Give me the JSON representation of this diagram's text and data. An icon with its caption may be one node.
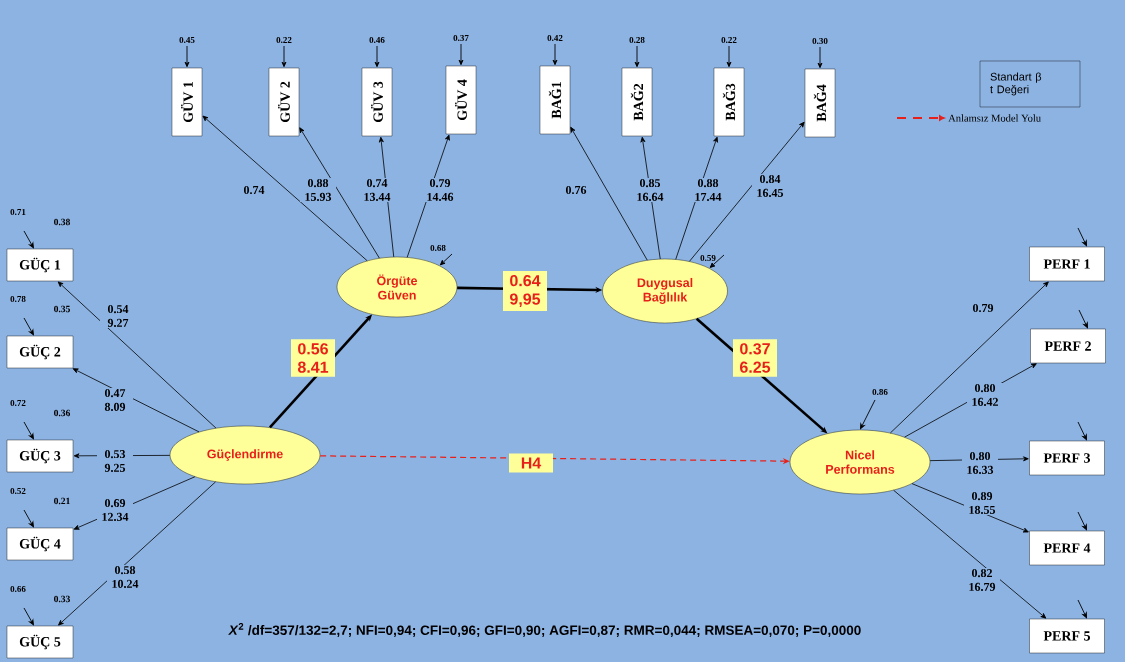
{
  "diagram": {
    "nodes": [
      {
        "text": [
          "Güçlendirme"
        ]
      },
      {
        "text": [
          "Örgüte Güven"
        ]
      },
      {
        "text": [
          "Duygusal Bağlılık"
        ]
      },
      {
        "text": [
          "Nicel Performans"
        ]
      },
      {
        "text": [
          "GÜÇ 1"
        ],
        "beside": [
          "0.38"
        ]
      },
      {
        "text": [
          "GÜÇ 2"
        ],
        "beside": [
          "0.35"
        ]
      },
      {
        "text": [
          "GÜÇ 3"
        ],
        "beside": [
          "0.36"
        ]
      },
      {
        "text": [
          "GÜÇ 4"
        ],
        "beside": [
          "0.21"
        ]
      },
      {
        "text": [
          "GÜÇ 5"
        ],
        "beside": [
          "0.33"
        ]
      },
      {
        "text": [
          "GÜV 1"
        ]
      },
      {
        "text": [
          "GÜV 2"
        ]
      },
      {
        "text": [
          "GÜV 3"
        ]
      },
      {
        "text": [
          "GÜV 4"
        ]
      },
      {
        "text": [
          "BAĞ1"
        ]
      },
      {
        "text": [
          "BAĞ2"
        ]
      },
      {
        "text": [
          "BAĞ3"
        ]
      },
      {
        "text": [
          "BAĞ4"
        ]
      },
      {
        "text": [
          "PERF 1"
        ]
      },
      {
        "text": [
          "PERF 2"
        ]
      },
      {
        "text": [
          "PERF 3"
        ]
      },
      {
        "text": [
          "PERF 4"
        ]
      },
      {
        "text": [
          "PERF 5"
        ]
      },
      {
        "text": [
          "Standart β",
          "t Değeri"
        ]
      }
    ],
    "edges": [
      {
        "from": 0,
        "to": 1,
        "arrow": "to",
        "label": "0.56 8.41",
        "style": "thick"
      },
      {
        "from": 1,
        "to": 2,
        "arrow": "to",
        "label": "0.64 9,95",
        "style": "thick"
      },
      {
        "from": 2,
        "to": 3,
        "arrow": "to",
        "label": "0.37 6.25",
        "style": "thick"
      },
      {
        "from": 0,
        "to": 3,
        "arrow": "to",
        "label": "H4",
        "style": "dashed",
        "color": "#e8201a"
      },
      {
        "from": 0,
        "to": 4,
        "arrow": "to",
        "label": "0.54 9.27"
      },
      {
        "from": 0,
        "to": 5,
        "arrow": "to",
        "label": "0.47 8.09"
      },
      {
        "from": 0,
        "to": 6,
        "arrow": "to",
        "label": "0.53 9.25"
      },
      {
        "from": 0,
        "to": 7,
        "arrow": "to",
        "label": "0.69 12.34"
      },
      {
        "from": 0,
        "to": 8,
        "arrow": "to",
        "label": "0.58 10.24"
      },
      {
        "from": 1,
        "to": 9,
        "arrow": "to",
        "label": "0.74"
      },
      {
        "from": 1,
        "to": 10,
        "arrow": "to",
        "label": "0.88 15.93"
      },
      {
        "from": 1,
        "to": 11,
        "arrow": "to",
        "label": "0.74 13.44"
      },
      {
        "from": 1,
        "to": 12,
        "arrow": "to",
        "label": "0.79 14.46"
      },
      {
        "from": 2,
        "to": 13,
        "arrow": "to",
        "label": "0.76"
      },
      {
        "from": 2,
        "to": 14,
        "arrow": "to",
        "label": "0.85 16.64"
      },
      {
        "from": 2,
        "to": 15,
        "arrow": "to",
        "label": "0.88 17.44"
      },
      {
        "from": 2,
        "to": 16,
        "arrow": "to",
        "label": "0.84 16.45"
      },
      {
        "from": 3,
        "to": 17,
        "arrow": "to",
        "label": "0.79"
      },
      {
        "from": 3,
        "to": 18,
        "arrow": "to",
        "label": "0.80 16.42"
      },
      {
        "from": 3,
        "to": 19,
        "arrow": "to",
        "label": "0.80 16.33"
      },
      {
        "from": 3,
        "to": 20,
        "arrow": "to",
        "label": "0.89 18.55"
      },
      {
        "from": 3,
        "to": 21,
        "arrow": "to",
        "label": "0.82 16.79"
      },
      {
        "from": null,
        "to": 4,
        "arrow": "to",
        "label": "0.71"
      },
      {
        "from": null,
        "to": 5,
        "arrow": "to",
        "label": "0.78"
      },
      {
        "from": null,
        "to": 6,
        "arrow": "to",
        "label": "0.72"
      },
      {
        "from": null,
        "to": 7,
        "arrow": "to",
        "label": "0.52"
      },
      {
        "from": null,
        "to": 8,
        "arrow": "to",
        "label": "0.66"
      },
      {
        "from": null,
        "to": 9,
        "arrow": "to",
        "label": "0.45"
      },
      {
        "from": null,
        "to": 10,
        "arrow": "to",
        "label": "0.22"
      },
      {
        "from": null,
        "to": 11,
        "arrow": "to",
        "label": "0.46"
      },
      {
        "from": null,
        "to": 12,
        "arrow": "to",
        "label": "0.37"
      },
      {
        "from": null,
        "to": 13,
        "arrow": "to",
        "label": "0.42"
      },
      {
        "from": null,
        "to": 14,
        "arrow": "to",
        "label": "0.28"
      },
      {
        "from": null,
        "to": 15,
        "arrow": "to",
        "label": "0.22"
      },
      {
        "from": null,
        "to": 16,
        "arrow": "to",
        "label": "0.30"
      },
      {
        "from": null,
        "to": 17,
        "arrow": "to"
      },
      {
        "from": null,
        "to": 18,
        "arrow": "to"
      },
      {
        "from": null,
        "to": 19,
        "arrow": "to"
      },
      {
        "from": null,
        "to": 20,
        "arrow": "to"
      },
      {
        "from": null,
        "to": 21,
        "arrow": "to"
      },
      {
        "from": null,
        "to": 1,
        "arrow": "to",
        "label": "0.68"
      },
      {
        "from": null,
        "to": 2,
        "arrow": "to",
        "label": "0.59"
      },
      {
        "from": null,
        "to": 3,
        "arrow": "to",
        "label": "0.86"
      }
    ],
    "labels": [
      "*X*$^{2}$ /df=357/132=2,7; NFI=0,94; CFI=0,96; GFI=0,90; AGFI=0,87; RMR=0,044; RMSEA=0,070; P=0,0000"
    ],
    "legend": [
      {
        "text": "Anlamsız Model Yolu"
      }
    ]
  }
}
